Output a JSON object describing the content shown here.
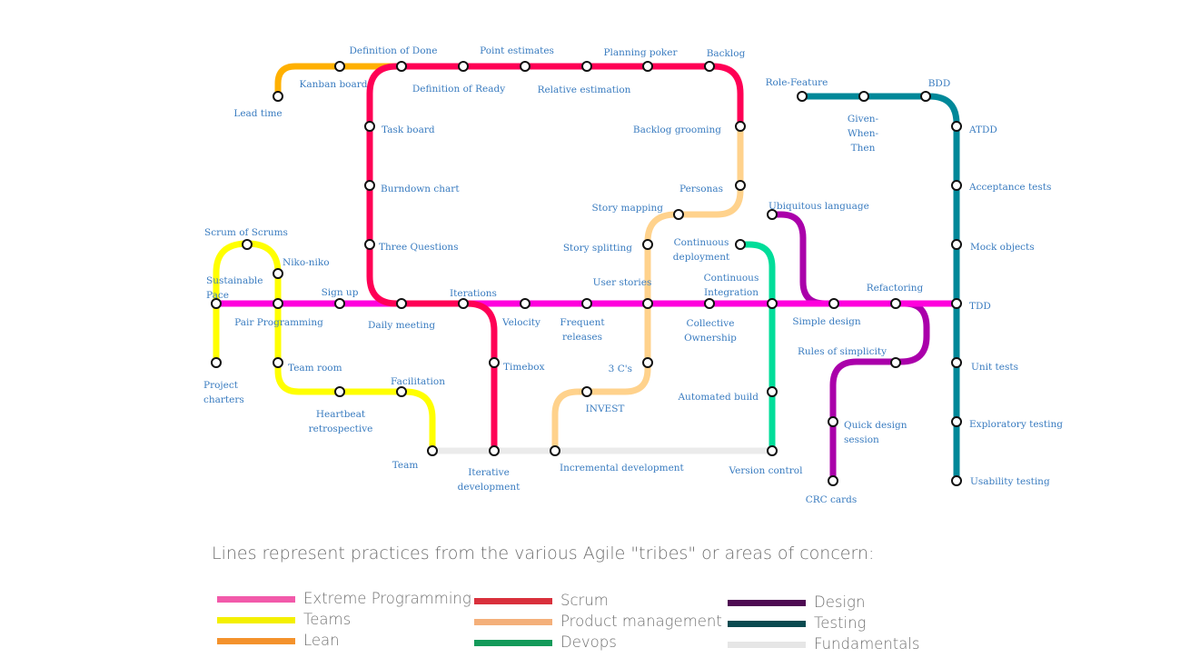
{
  "colors": {
    "xp": "#ff00dd",
    "teams": "#ffff00",
    "lean": "#ffb000",
    "scrum": "#ff0055",
    "product": "#ffd28c",
    "devops": "#00dd99",
    "design": "#aa00aa",
    "testing": "#008899",
    "fundamentals": "#ebebeb",
    "label": "#3a7cc0"
  },
  "stations": {
    "definition_of_done": "Definition of Done",
    "point_estimates": "Point estimates",
    "planning_poker": "Planning poker",
    "backlog": "Backlog",
    "kanban_board": "Kanban board",
    "definition_of_ready": "Definition of Ready",
    "relative_estimation": "Relative estimation",
    "lead_time": "Lead time",
    "task_board": "Task board",
    "backlog_grooming": "Backlog grooming",
    "burndown_chart": "Burndown chart",
    "personas": "Personas",
    "story_mapping": "Story mapping",
    "three_questions": "Three Questions",
    "story_splitting": "Story splitting",
    "scrum_of_scrums": "Scrum of Scrums",
    "niko_niko": "Niko-niko",
    "sustainable_pace_1": "Sustainable",
    "sustainable_pace_2": "Pace",
    "sign_up": "Sign up",
    "iterations": "Iterations",
    "user_stories": "User stories",
    "pair_programming": "Pair Programming",
    "daily_meeting": "Daily meeting",
    "velocity": "Velocity",
    "frequent_releases_1": "Frequent",
    "frequent_releases_2": "releases",
    "collective_ownership_1": "Collective",
    "collective_ownership_2": "Ownership",
    "continuous_deployment_1": "Continuous",
    "continuous_deployment_2": "deployment",
    "continuous_integration_1": "Continuous",
    "continuous_integration_2": "Integration",
    "project_charters_1": "Project",
    "project_charters_2": "charters",
    "team_room": "Team room",
    "timebox": "Timebox",
    "three_cs": "3 C's",
    "facilitation": "Facilitation",
    "invest": "INVEST",
    "heartbeat_retro_1": "Heartbeat",
    "heartbeat_retro_2": "retrospective",
    "team": "Team",
    "iterative_development_1": "Iterative",
    "iterative_development_2": "development",
    "incremental_development": "Incremental development",
    "automated_build": "Automated build",
    "version_control": "Version control",
    "role_feature": "Role-Feature",
    "bdd": "BDD",
    "given_when_then_1": "Given-",
    "given_when_then_2": "When-",
    "given_when_then_3": "Then",
    "atdd": "ATDD",
    "acceptance_tests": "Acceptance tests",
    "mock_objects": "Mock objects",
    "tdd": "TDD",
    "unit_tests": "Unit tests",
    "exploratory_testing": "Exploratory testing",
    "usability_testing": "Usability testing",
    "ubiquitous_language": "Ubiquitous language",
    "refactoring": "Refactoring",
    "simple_design": "Simple design",
    "rules_of_simplicity": "Rules of simplicity",
    "quick_design_session_1": "Quick design",
    "quick_design_session_2": "session",
    "crc_cards": "CRC cards"
  },
  "legend": {
    "caption": "Lines represent practices from the various Agile \"tribes\" or areas of concern:",
    "items": [
      {
        "key": "xp",
        "label": "Extreme Programming",
        "color": "#f25aaa"
      },
      {
        "key": "teams",
        "label": "Teams",
        "color": "#f4f000"
      },
      {
        "key": "lean",
        "label": "Lean",
        "color": "#f4922c"
      },
      {
        "key": "scrum",
        "label": "Scrum",
        "color": "#d9303c"
      },
      {
        "key": "product",
        "label": "Product management",
        "color": "#f4b07a"
      },
      {
        "key": "devops",
        "label": "Devops",
        "color": "#149a5a"
      },
      {
        "key": "design",
        "label": "Design",
        "color": "#4e0a52"
      },
      {
        "key": "testing",
        "label": "Testing",
        "color": "#0a4a50"
      },
      {
        "key": "fundamentals",
        "label": "Fundamentals",
        "color": "#e6e6e6"
      }
    ]
  }
}
